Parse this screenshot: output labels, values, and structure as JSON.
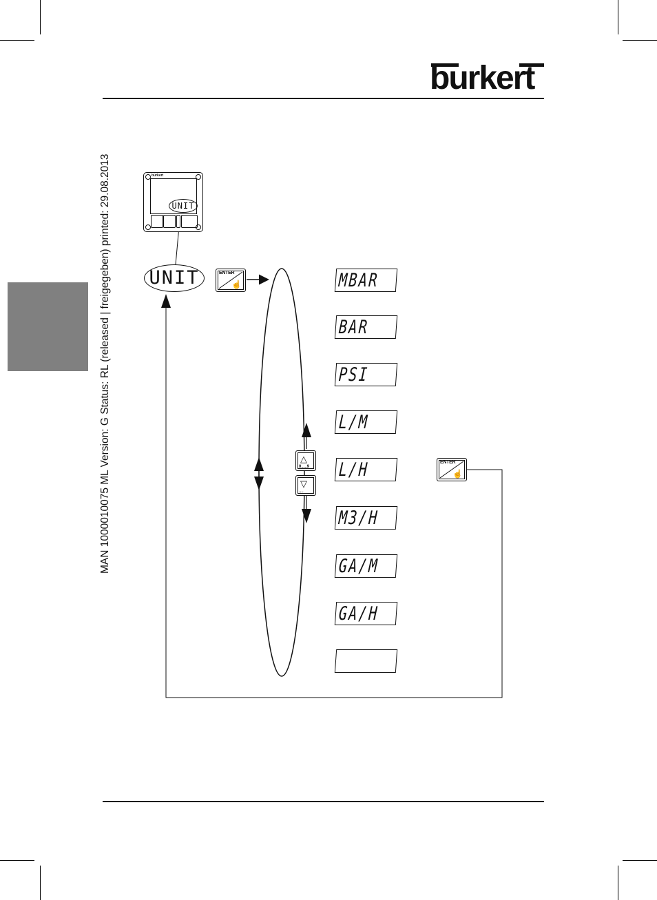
{
  "header": {
    "logo_text": "burkert"
  },
  "side_text": "MAN  1000010075  ML  Version: G  Status: RL (released | freigegeben)  printed: 29.08.2013",
  "diagram": {
    "device_brand": "bürkert",
    "device_display": "UNIT",
    "menu_label": "UNIT",
    "enter_label": "ENTER",
    "up_key_label": "0.....9",
    "down_key_label": "....",
    "units": [
      {
        "label": "MBAR"
      },
      {
        "label": "BAR"
      },
      {
        "label": "PSI"
      },
      {
        "label": "L/M"
      },
      {
        "label": "L/H"
      },
      {
        "label": "M3/H"
      },
      {
        "label": "GA/M"
      },
      {
        "label": "GA/H"
      },
      {
        "label": ""
      }
    ]
  }
}
